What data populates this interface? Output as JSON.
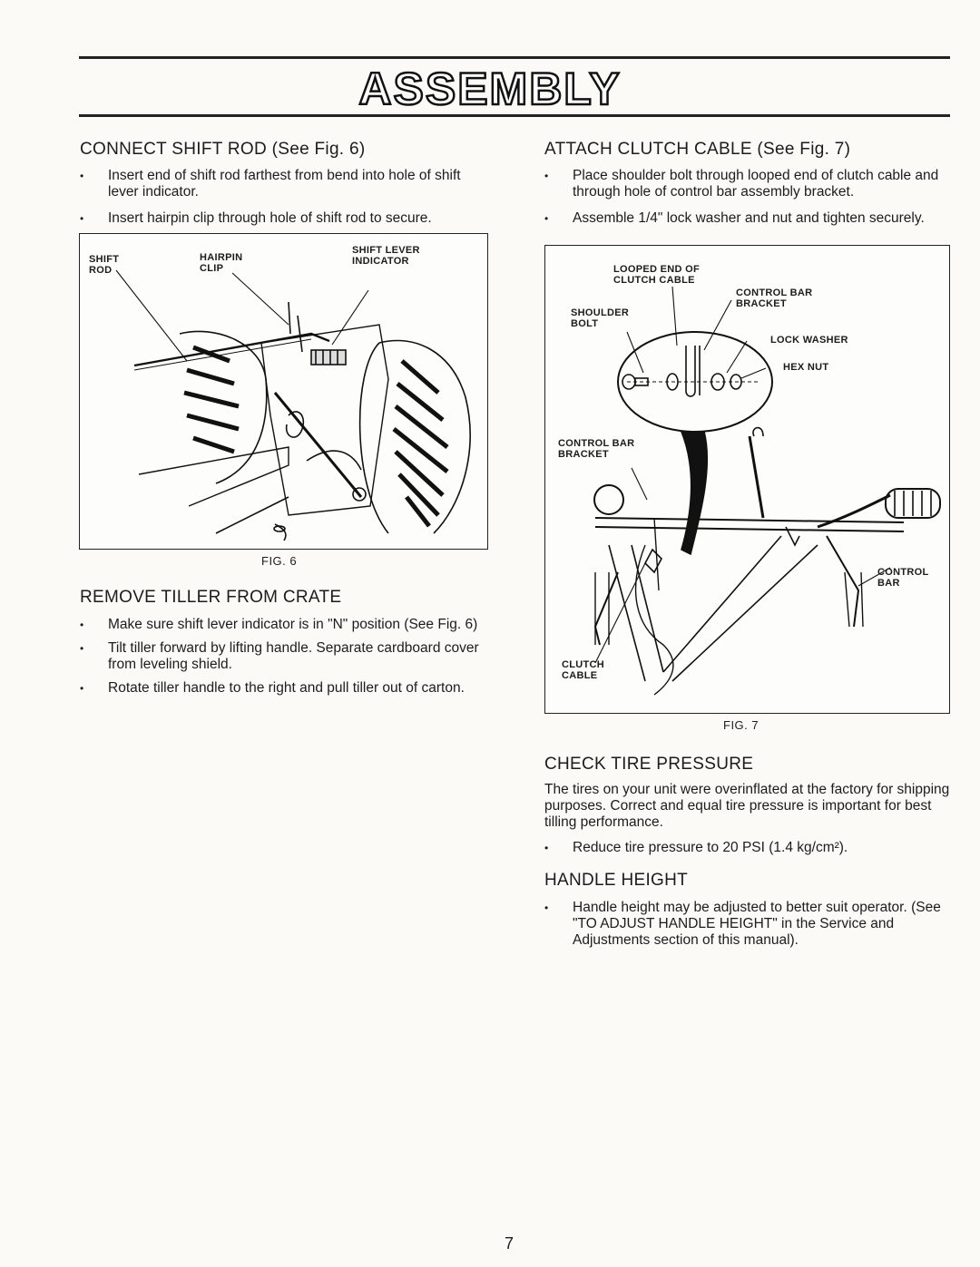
{
  "header": {
    "title": "ASSEMBLY"
  },
  "left": {
    "connect": {
      "heading": "CONNECT SHIFT ROD (See Fig. 6)",
      "bullets": [
        "Insert end of shift rod farthest from bend into hole of shift lever indicator.",
        "Insert hairpin clip through hole of shift rod to secure."
      ]
    },
    "fig6": {
      "labels": {
        "shift_rod": "SHIFT ROD",
        "hairpin_clip": "HAIRPIN CLIP",
        "shift_lever_indicator": "SHIFT LEVER INDICATOR"
      },
      "caption": "FIG. 6"
    },
    "remove": {
      "heading": "REMOVE TILLER FROM CRATE",
      "bullets": [
        "Make sure shift lever indicator is in \"N\" position (See Fig. 6)",
        "Tilt tiller forward by lifting handle. Separate cardboard cover from leveling shield.",
        "Rotate tiller handle to the right and pull tiller out of carton."
      ]
    }
  },
  "right": {
    "attach": {
      "heading": "ATTACH CLUTCH CABLE (See Fig. 7)",
      "bullets": [
        "Place shoulder bolt through looped end of clutch cable and through hole of control bar assembly bracket.",
        "Assemble 1/4\" lock washer and nut and tighten securely."
      ]
    },
    "fig7": {
      "labels": {
        "looped_end": "LOOPED END OF CLUTCH CABLE",
        "control_bar_bracket_top": "CONTROL BAR BRACKET",
        "shoulder_bolt": "SHOULDER BOLT",
        "lock_washer": "LOCK WASHER",
        "hex_nut": "HEX NUT",
        "control_bar_bracket_left": "CONTROL BAR BRACKET",
        "control_bar": "CONTROL BAR",
        "clutch_cable": "CLUTCH CABLE"
      },
      "caption": "FIG. 7"
    },
    "tire": {
      "heading": "CHECK TIRE PRESSURE",
      "body": "The tires on your unit were overinflated at the factory for shipping purposes. Correct and equal tire pressure is important for best tilling performance.",
      "bullet": "Reduce tire pressure to 20 PSI (1.4 kg/cm²)."
    },
    "handle": {
      "heading": "HANDLE HEIGHT",
      "bullet": "Handle height may be adjusted to better suit operator. (See \"TO ADJUST HANDLE HEIGHT\" in the Service and Adjustments section of this manual)."
    }
  },
  "footer": {
    "page_number": "7"
  }
}
